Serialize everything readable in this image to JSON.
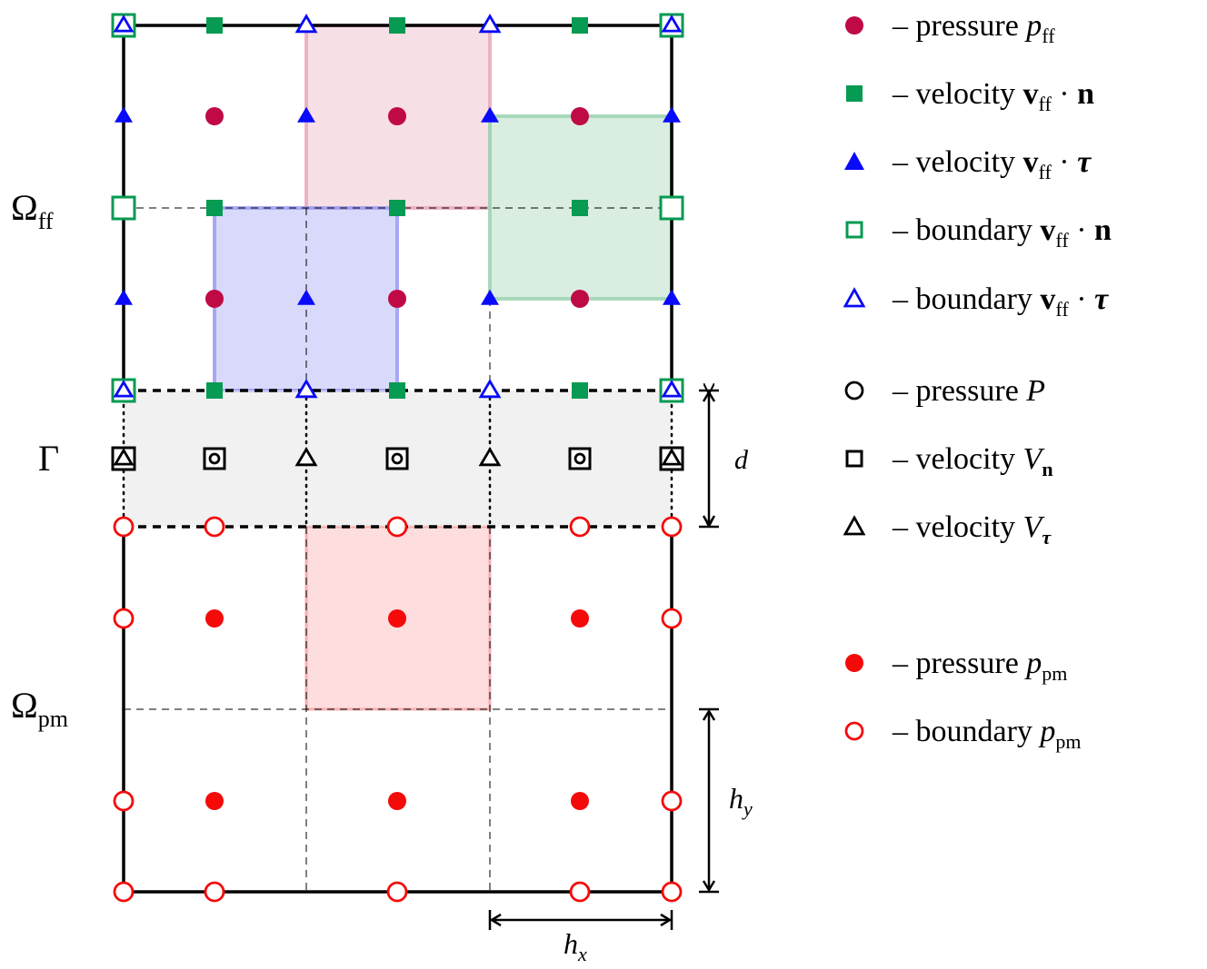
{
  "colors": {
    "pff": "#bf0a46",
    "vff_n": "#069a52",
    "vff_tau": "#0a0afa",
    "boundary_n": "#069a52",
    "boundary_tau": "#0a0afa",
    "interface": "#000000",
    "ppm": "#f50a0a",
    "cell_red": "#e8a3b8",
    "cell_blue": "#a0a0f5",
    "cell_green": "#9fd5b5",
    "cell_pm": "#fbb4b4",
    "gamma_band": "#e6e6e6"
  },
  "regions": {
    "omega_ff": {
      "base": "Ω",
      "sub": "ff"
    },
    "gamma": "Γ",
    "omega_pm": {
      "base": "Ω",
      "sub": "pm"
    }
  },
  "dimensions": {
    "d": "d",
    "hy": {
      "base": "h",
      "sub": "y"
    },
    "hx": {
      "base": "h",
      "sub": "x"
    }
  },
  "legend": [
    {
      "marker": "circle-filled",
      "color": "#bf0a46",
      "dash": "–",
      "word": "pressure",
      "sym": "p",
      "sub": "ff",
      "bold": false,
      "tail": ""
    },
    {
      "marker": "square-filled",
      "color": "#069a52",
      "dash": "–",
      "word": "velocity",
      "sym": "v",
      "sub": "ff",
      "bold": true,
      "tail": "· n"
    },
    {
      "marker": "triangle-filled",
      "color": "#0a0afa",
      "dash": "–",
      "word": "velocity",
      "sym": "v",
      "sub": "ff",
      "bold": true,
      "tail": "· τ"
    },
    {
      "marker": "square-open",
      "color": "#069a52",
      "dash": "–",
      "word": "boundary",
      "sym": "v",
      "sub": "ff",
      "bold": true,
      "tail": "· n"
    },
    {
      "marker": "triangle-open",
      "color": "#0a0afa",
      "dash": "–",
      "word": "boundary",
      "sym": "v",
      "sub": "ff",
      "bold": true,
      "tail": "· τ"
    },
    {
      "marker": "circle-open",
      "color": "#000000",
      "dash": "–",
      "word": "pressure",
      "sym": "P",
      "sub": "",
      "bold": false,
      "tail": ""
    },
    {
      "marker": "square-open",
      "color": "#000000",
      "dash": "–",
      "word": "velocity",
      "sym": "V",
      "sub": "n",
      "bold": false,
      "tail": ""
    },
    {
      "marker": "triangle-open",
      "color": "#000000",
      "dash": "–",
      "word": "velocity",
      "sym": "V",
      "sub": "τ",
      "bold": false,
      "tail": ""
    },
    {
      "marker": "circle-filled",
      "color": "#f50a0a",
      "dash": "–",
      "word": "pressure",
      "sym": "p",
      "sub": "pm",
      "bold": false,
      "tail": ""
    },
    {
      "marker": "circle-open",
      "color": "#f50a0a",
      "dash": "–",
      "word": "boundary",
      "sym": "p",
      "sub": "pm",
      "bold": false,
      "tail": ""
    }
  ]
}
